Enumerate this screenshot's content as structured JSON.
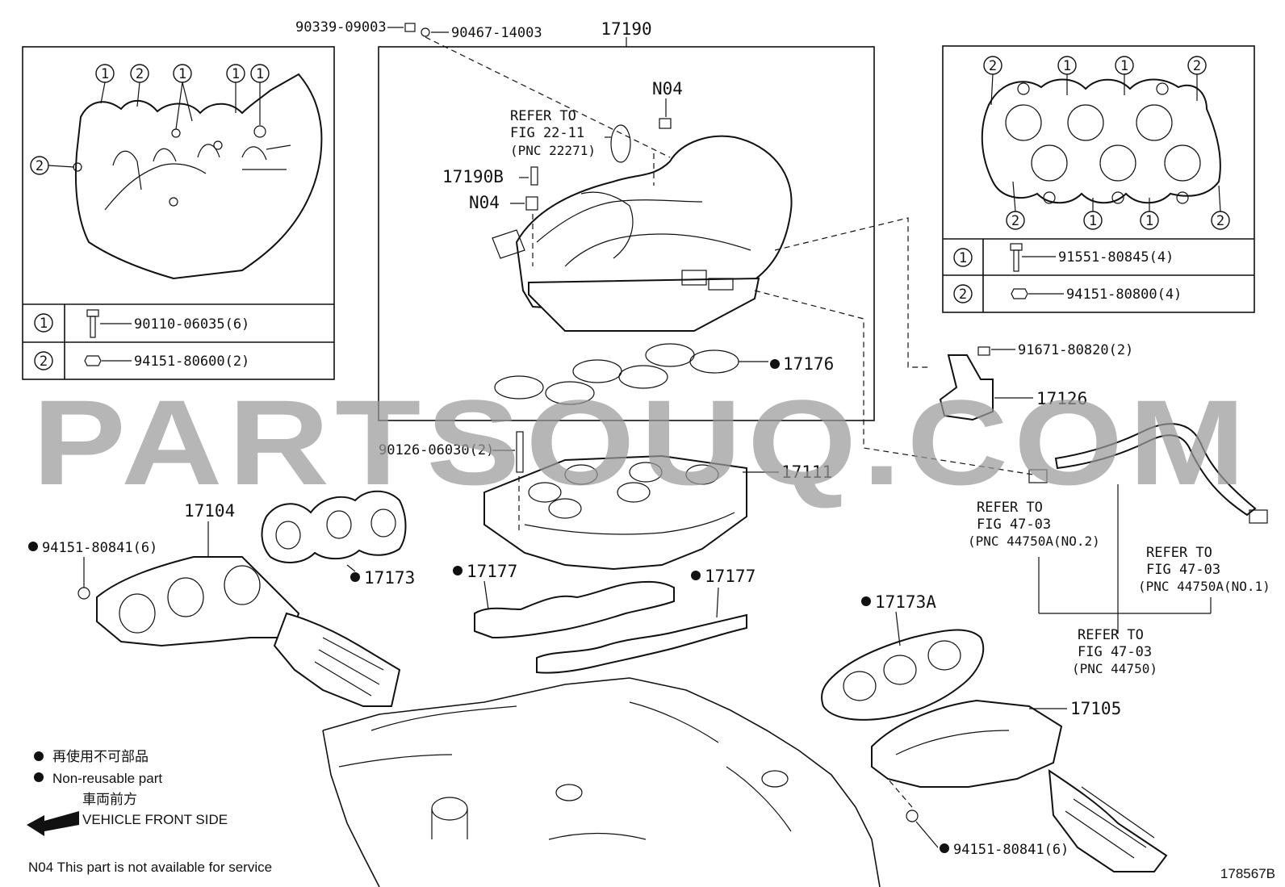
{
  "inset_left": {
    "bolt_marker": "1",
    "nut_marker": "2",
    "bolt_part": "90110-06035(6)",
    "nut_part": "94151-80600(2)"
  },
  "inset_right": {
    "bolt_marker": "1",
    "nut_marker": "2",
    "bolt_part": "91551-80845(4)",
    "nut_part": "94151-80800(4)"
  },
  "top_parts": {
    "cap": "90339-09003",
    "clip": "90467-14003",
    "assembly": "17190",
    "n04_top": "N04",
    "n04_mid": "N04",
    "valve": "17190B"
  },
  "refer_22": {
    "line1": "REFER TO",
    "line2": "FIG 22-11",
    "line3": "(PNC 22271)"
  },
  "callouts": {
    "gasket_17176": "17176",
    "bolt_91671": "91671-80820(2)",
    "bracket_17126": "17126",
    "stud_90126": "90126-06030(2)",
    "manifold_17111": "17111",
    "manifold_17104": "17104",
    "nut_left": "94151-80841(6)",
    "gasket_17173": "17173",
    "gasket_17177_a": "17177",
    "gasket_17177_b": "17177",
    "gasket_17173a": "17173A",
    "manifold_17105": "17105",
    "nut_right": "94151-80841(6)"
  },
  "refer_no2": {
    "line1": "REFER TO",
    "line2": "FIG 47-03",
    "line3": "(PNC 44750A(NO.2)"
  },
  "refer_no1": {
    "line1": "REFER TO",
    "line2": "FIG 47-03",
    "line3": "(PNC 44750A(NO.1)"
  },
  "refer_main": {
    "line1": "REFER TO",
    "line2": "FIG 47-03",
    "line3": "(PNC 44750)"
  },
  "legend": {
    "nonreusable_jp": "再使用不可部品",
    "nonreusable_en": "Non-reusable part",
    "front_jp": "車両前方",
    "front_en": "VEHICLE FRONT SIDE",
    "n04_note": "N04 This part is not available for service"
  },
  "watermark": "PARTSOUQ.COM",
  "figure_id": "178567B"
}
